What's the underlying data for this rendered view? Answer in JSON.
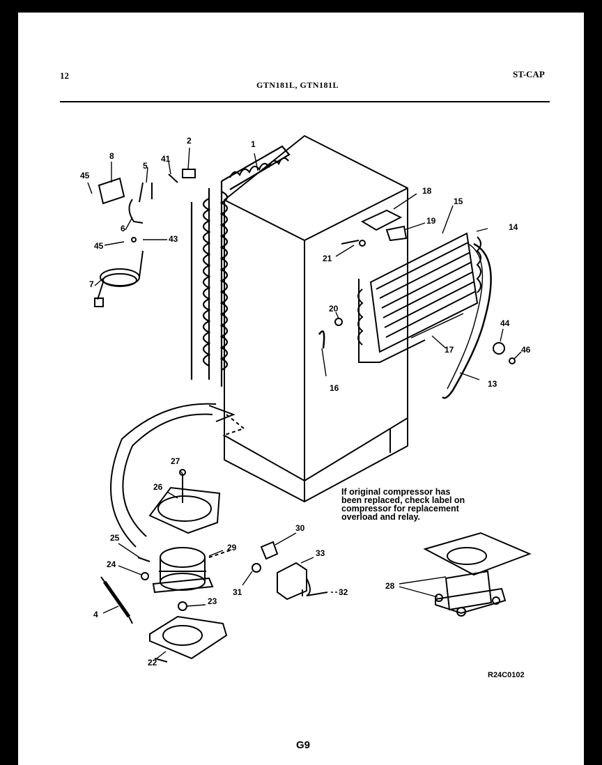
{
  "header": {
    "page_number": "12",
    "model_numbers": "GTN181L, GTN181L",
    "section": "ST-CAP"
  },
  "note_lines": [
    "If original compressor has",
    "been replaced, check label on",
    "compressor for replacement",
    "overload and relay."
  ],
  "part_labels": {
    "p1": "1",
    "p2": "2",
    "p4": "4",
    "p5": "5",
    "p6": "6",
    "p7": "7",
    "p8": "8",
    "p13": "13",
    "p14": "14",
    "p15": "15",
    "p16": "16",
    "p17": "17",
    "p18": "18",
    "p19": "19",
    "p20": "20",
    "p21": "21",
    "p22": "22",
    "p23": "23",
    "p24": "24",
    "p25": "25",
    "p26": "26",
    "p27": "27",
    "p28": "28",
    "p29": "29",
    "p30": "30",
    "p31": "31",
    "p32": "32",
    "p33": "33",
    "p41": "41",
    "p43": "43",
    "p44": "44",
    "p45a": "45",
    "p45b": "45",
    "p46": "46"
  },
  "drawing_code": "R24C0102",
  "page_code": "G9"
}
